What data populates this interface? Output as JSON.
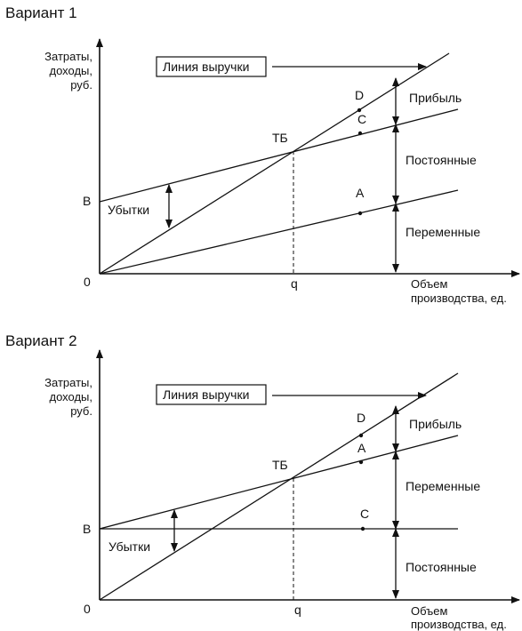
{
  "variant1": {
    "title": "Вариант 1",
    "y_axis_label": [
      "Затраты,",
      "доходы,",
      "руб."
    ],
    "x_axis_label": [
      "Объем",
      "производства, ед."
    ],
    "origin": "0",
    "b_label": "B",
    "q_label": "q",
    "breakeven_label": "ТБ",
    "revenue_label": "Линия выручки",
    "loss_label": "Убытки",
    "points": [
      "D",
      "C",
      "A"
    ],
    "zones": [
      "Прибыль",
      "Постоянные",
      "Переменные"
    ]
  },
  "variant2": {
    "title": "Вариант 2",
    "y_axis_label": [
      "Затраты,",
      "доходы,",
      "руб."
    ],
    "x_axis_label": [
      "Объем",
      "производства, ед."
    ],
    "origin": "0",
    "b_label": "B",
    "q_label": "q",
    "breakeven_label": "ТБ",
    "revenue_label": "Линия выручки",
    "loss_label": "Убытки",
    "points": [
      "D",
      "A",
      "C"
    ],
    "zones": [
      "Прибыль",
      "Переменные",
      "Постоянные"
    ]
  }
}
